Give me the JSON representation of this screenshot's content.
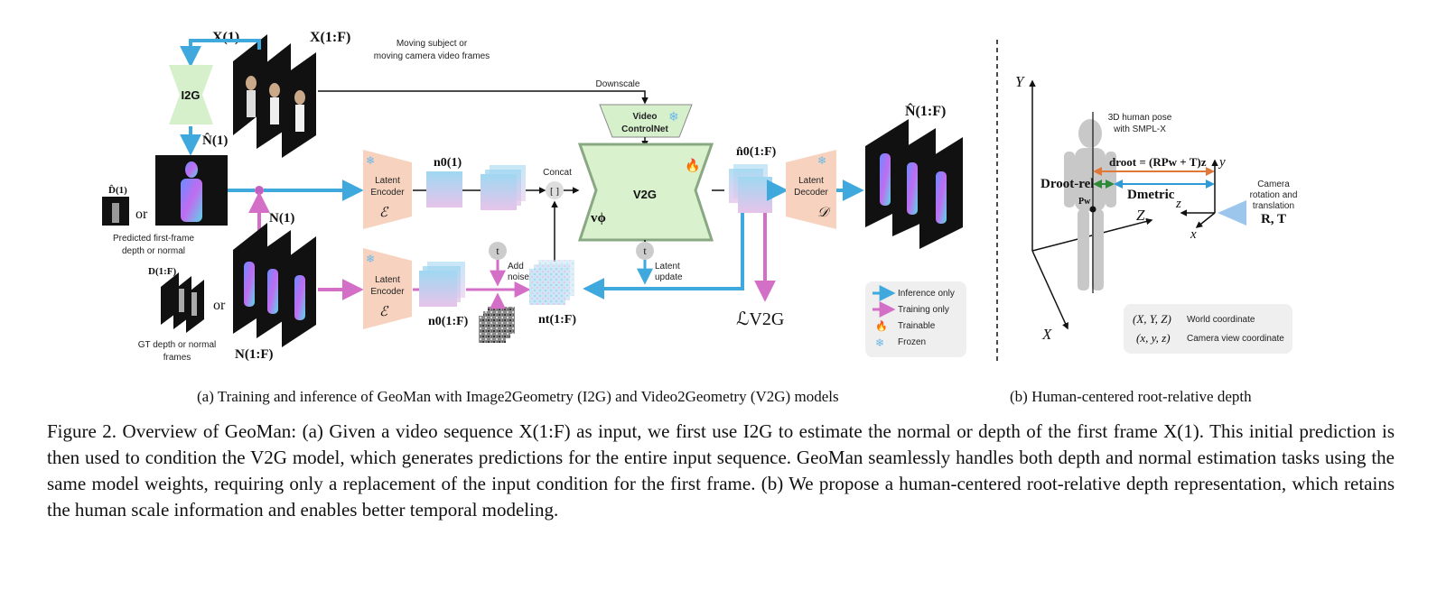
{
  "figure": {
    "nodes": {
      "x1": "X(1)",
      "x1f": "X(1:F)",
      "moving_note": [
        "Moving subject or",
        "moving camera video frames"
      ],
      "i2g": "I2G",
      "nhat1": "N̂(1)",
      "dhat1": "D̂(1)",
      "or": "or",
      "predicted_note": [
        "Predicted first-frame",
        "depth or normal"
      ],
      "n1": "N(1)",
      "d1f": "D(1:F)",
      "gt_note": [
        "GT depth or normal",
        "frames"
      ],
      "n1f": "N(1:F)",
      "latent_encoder": [
        "Latent",
        "Encoder"
      ],
      "enc_symbol": "ℰ",
      "n0_1": "n0(1)",
      "n0_1f": "n0(1:F)",
      "nt_1f": "nt(1:F)",
      "concat": "Concat",
      "concat_symbol": "[ ]",
      "t": "t",
      "add_noise": [
        "Add",
        "noise"
      ],
      "downscale": "Downscale",
      "controlnet": [
        "Video",
        "ControlNet"
      ],
      "v2g": "V2G",
      "v_phi": "vϕ",
      "latent_update": [
        "Latent",
        "update"
      ],
      "nhat0_1f": "n̂0(1:F)",
      "latent_decoder": [
        "Latent",
        "Decoder"
      ],
      "dec_symbol": "𝒟",
      "loss": "ℒV2G",
      "nhat1f": "N̂(1:F)"
    },
    "legend": {
      "inference": "Inference only",
      "training": "Training only",
      "trainable": "Trainable",
      "frozen": "Frozen"
    },
    "panel_b": {
      "Y": "Y",
      "X": "X",
      "Z": "Z",
      "pose_note": [
        "3D human pose",
        "with SMPL-X"
      ],
      "droot_eq": "droot = (RPw + T)z",
      "droot_rel": "Droot-rel",
      "dmetric": "Dmetric",
      "pw": "Pw",
      "y": "y",
      "z": "z",
      "x": "x",
      "camera_note": [
        "Camera",
        "rotation and",
        "translation"
      ],
      "rt": "R, T",
      "world": "(X, Y, Z)",
      "world_label": "World coordinate",
      "camera": "(x, y, z)",
      "camera_label": "Camera view coordinate"
    },
    "colors": {
      "inference": "#3fa8dc",
      "training": "#d36fc6",
      "encoder": "#f7d3bf",
      "i2g": "#d6f0cc",
      "v2g": "#d9f1cc",
      "droot": "#e0783a",
      "drootrel": "#2e8a3a",
      "dmetric": "#2f9bd6"
    }
  },
  "subcaptions": {
    "a": "(a) Training and inference of GeoMan with Image2Geometry (I2G) and Video2Geometry (V2G) models",
    "b": "(b) Human-centered root-relative depth"
  },
  "caption": {
    "label": "Figure 2.",
    "p1": "Overview of GeoMan: (a) Given a video sequence X(1:F) as input, we first use I2G to estimate the normal or depth of the first frame X(1). This initial prediction is then used to condition the V2G model, which generates predictions for the entire input sequence. GeoMan seamlessly handles both depth and normal estimation tasks using the same model weights, requiring only a replacement of the input condition for the first frame. (b) We propose a human-centered root-relative depth representation, which retains the human scale information and enables better temporal modeling."
  }
}
